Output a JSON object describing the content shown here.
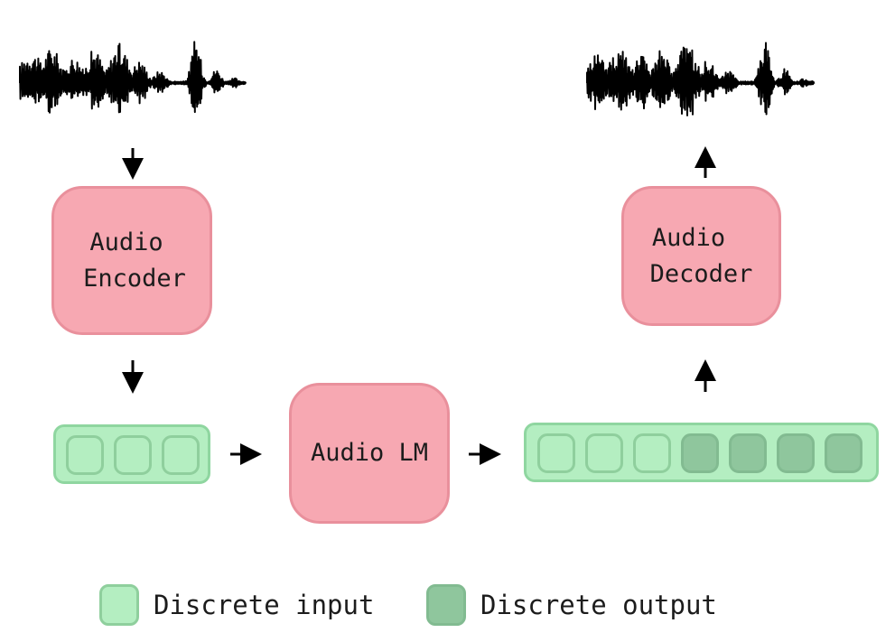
{
  "encoder": {
    "line1": "Audio",
    "line2": "Encoder"
  },
  "decoder": {
    "line1": "Audio",
    "line2": "Decoder"
  },
  "lm": {
    "label": "Audio LM"
  },
  "input_tokens": {
    "count": 3
  },
  "output_tokens": {
    "input_count": 3,
    "output_count": 4
  },
  "legend": {
    "input_label": "Discrete input",
    "output_label": "Discrete output"
  },
  "colors": {
    "box_fill": "#f7a8b2",
    "token_input": "#b4eec1",
    "token_output": "#8fc69d",
    "arrow": "#000000"
  }
}
